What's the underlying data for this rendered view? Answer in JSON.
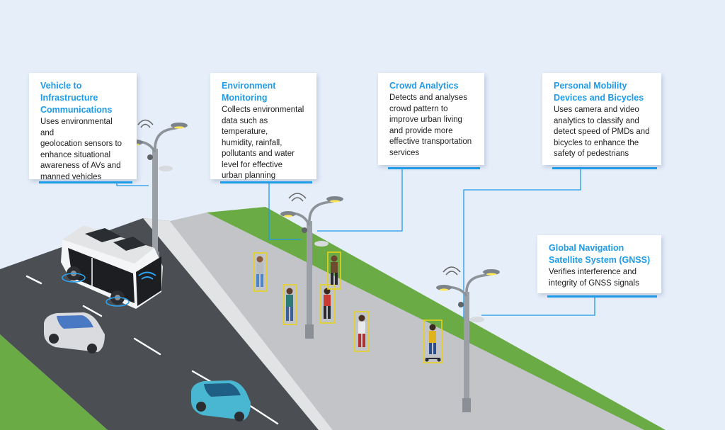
{
  "cards": {
    "v2i": {
      "title": [
        "Vehicle to",
        "Infrastructure",
        "Communications"
      ],
      "body": [
        "Uses environmental and",
        "geolocation sensors to",
        "enhance situational",
        "awareness of AVs and",
        "manned vehicles"
      ]
    },
    "environment": {
      "title": [
        "Environment",
        "Monitoring"
      ],
      "body": [
        "Collects environmental",
        "data such as temperature,",
        "humidity, rainfall,",
        "pollutants and water",
        "level for effective",
        "urban planning"
      ]
    },
    "crowd": {
      "title": [
        "Crowd Analytics"
      ],
      "body": [
        "Detects and analyses",
        "crowd pattern to",
        "improve urban living",
        "and provide more",
        "effective transportation",
        "services"
      ]
    },
    "pmd": {
      "title": [
        "Personal Mobility",
        "Devices and Bicycles"
      ],
      "body": [
        "Uses camera and video",
        "analytics to classify and",
        "detect speed of PMDs and",
        "bicycles to enhance the",
        "safety of pedestrians"
      ]
    },
    "gnss": {
      "title": [
        "Global Navigation",
        "Satellite System (GNSS)"
      ],
      "body": [
        "Verifies interference and",
        "integrity of GNSS signals"
      ]
    }
  },
  "colors": {
    "accent": "#1e9be8",
    "background": "#e6eefa",
    "road": "#4b4f53",
    "grass": "#6aab45",
    "sidewalk": "#c3c4c7",
    "bounding_box": "#e8d21c"
  }
}
